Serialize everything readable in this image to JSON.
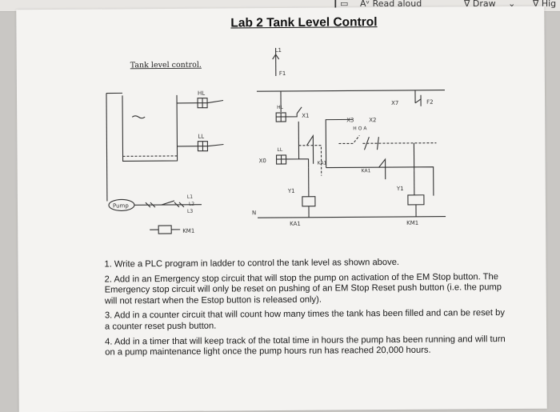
{
  "toolbar": {
    "read_aloud_label": "Read aloud",
    "draw_label": "Draw",
    "highlight_label": "Hig"
  },
  "document": {
    "title": "Lab 2 Tank Level Control",
    "diagram": {
      "caption": "Tank level control.",
      "labels": {
        "hl": "HL",
        "ll": "LL",
        "pump": "Pump",
        "km1_coil": "KM1",
        "l1": "L1",
        "l2": "L2",
        "l3": "L3",
        "f1": "F1",
        "f2": "F2",
        "n": "N",
        "x0": "X0",
        "x1": "X1",
        "x2": "X2",
        "x3": "X3",
        "x7": "X7",
        "y1": "Y1",
        "ka1": "KA1",
        "km1": "KM1",
        "hoa": "H O A"
      }
    },
    "tasks": [
      "1. Write a PLC program in ladder to control the tank level as shown above.",
      "2. Add in an Emergency stop circuit that will stop the pump on activation of the EM Stop button. The Emergency stop circuit will only be reset on pushing of an EM Stop Reset push button (i.e. the pump will not restart when the Estop button is released only).",
      "3. Add in a counter circuit that will count how many times the tank has been filled and can be reset by a counter reset push button.",
      "4. Add in a timer that will keep track of the total time in hours the pump has been running and will turn on a pump maintenance light once the pump hours run has reached 20,000 hours."
    ]
  }
}
